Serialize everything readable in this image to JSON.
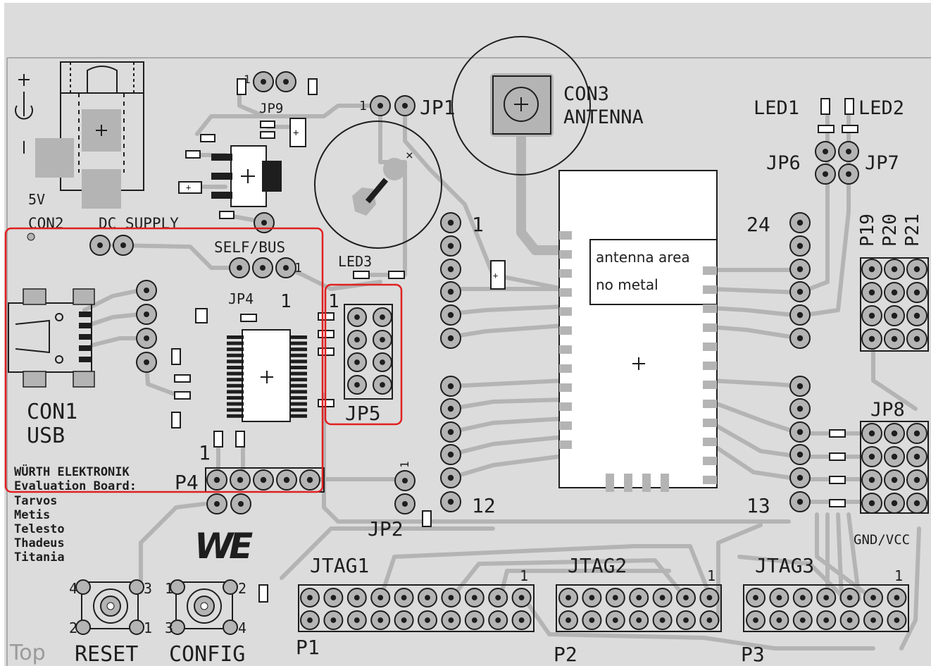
{
  "layer_label": "Top",
  "colors": {
    "board_background": "#dcdcdc",
    "copper": "#b4b4b4",
    "silkscreen": "#1e1e1e",
    "highlight": "#e02020"
  },
  "labels": {
    "con1_name": "CON1",
    "con1_type": "USB",
    "con2_voltage": "5V",
    "con2_name": "CON2",
    "con2_type": "DC SUPPLY",
    "con3_name": "CON3",
    "con3_type": "ANTENNA",
    "self_bus": "SELF/BUS",
    "jp1": "JP1",
    "jp2": "JP2",
    "jp4": "JP4",
    "jp5": "JP5",
    "jp6": "JP6",
    "jp7": "JP7",
    "jp8": "JP8",
    "jp9": "JP9",
    "led1": "LED1",
    "led2": "LED2",
    "led3": "LED3",
    "p19": "P19",
    "p20": "P20",
    "p21": "P21",
    "pin_24": "24",
    "pin_13": "13",
    "pin_12": "12",
    "pin_1": "1",
    "p4": "P4",
    "p1": "P1",
    "p2": "P2",
    "p3": "P3",
    "jtag1": "JTAG1",
    "jtag2": "JTAG2",
    "jtag3": "JTAG3",
    "gnd_vcc": "GND/VCC",
    "antenna_area_line1": "antenna area",
    "antenna_area_line2": "no metal",
    "reset": "RESET",
    "config": "CONFIG",
    "pin_2": "2",
    "pin_3": "3",
    "pin_4": "4"
  },
  "manufacturer": {
    "line1": "WÜRTH ELEKTRONIK",
    "line2": "Evaluation Board:",
    "boards": [
      "Tarvos",
      "Metis",
      "Telesto",
      "Thadeus",
      "Titania"
    ],
    "logo_text": "WE"
  }
}
